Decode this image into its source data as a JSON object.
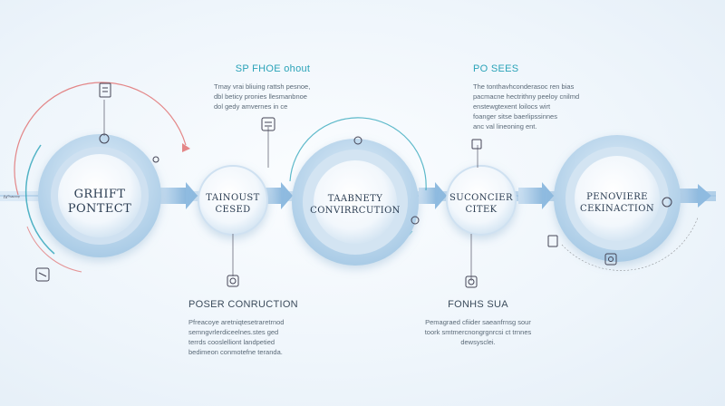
{
  "nodes": [
    {
      "id": "n1",
      "lines": [
        "GRHIFT",
        "PONTECT"
      ]
    },
    {
      "id": "n2",
      "lines": [
        "TAINOUST",
        "CESED"
      ]
    },
    {
      "id": "n3",
      "lines": [
        "TAABNETY",
        "CONVIRRCUTION"
      ]
    },
    {
      "id": "n4",
      "lines": [
        "SUCONCIER",
        "CITEK"
      ]
    },
    {
      "id": "n5",
      "lines": [
        "PENOVIERE",
        "CEKINACTION"
      ]
    }
  ],
  "labels": {
    "top_left": {
      "title": "SP FHOE ohout",
      "desc": [
        "Tmay vrai bliuing rattsh pesnoe,",
        "dbl beticy pronies llesmanbnoe",
        "dol gedy amvernes in ce"
      ]
    },
    "top_right": {
      "title": "PO SEES",
      "desc": [
        "The tonthavhconderasoc ren bias",
        "pacmacne hectrithny peeloy cnilmd",
        "enstewgtexent loilocs wirt",
        "foanger sitse baerlipssinnes",
        "anc val lineoning ent."
      ]
    },
    "bottom_left": {
      "title": "POSER CONRUCTION",
      "desc": [
        "Pfreacoye aretniqtesetraretrnod",
        "semngvrlerdiceelnes.stes ged",
        "terrds cooslelliont landpetied",
        "bedimeon conmotefne teranda."
      ]
    },
    "bottom_right": {
      "title": "FONHS SUA",
      "desc": [
        "Pemagraed cfiider saeanfrnsg sour",
        "toork smtmercnongrgnrcsi ct trnnes",
        "dewsysclei."
      ]
    }
  },
  "side_text": "Ⅳ⁰ⁿᵃⁿᵒᵒᵖ",
  "colors": {
    "node_fill": "#dbeaf6",
    "ring": "#a9c8e4",
    "arrow": "#8fbbe0",
    "accent_line": "#2aa3b8",
    "red_arc": "#e06a6a"
  },
  "icons": [
    "document-icon",
    "clipboard-icon",
    "connector-icon",
    "link-icon",
    "gear-icon",
    "cart-icon",
    "doc-small-icon",
    "target-icon"
  ]
}
